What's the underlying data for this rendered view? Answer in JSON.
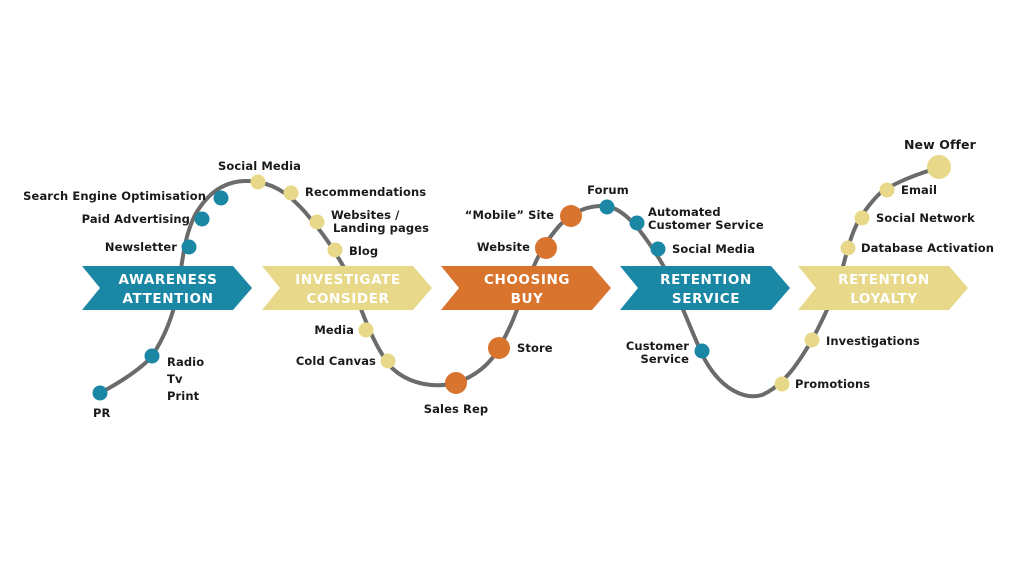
{
  "colors": {
    "blue": "#1a87a5",
    "yellow": "#e8d98a",
    "orange": "#d9742f",
    "curve": "#6b6b6b",
    "text": "#1a1a1a"
  },
  "stages": [
    {
      "line1": "AWARENESS",
      "line2": "ATTENTION",
      "color": "#1a87a5",
      "text_color": "#ffffff"
    },
    {
      "line1": "INVESTIGATE",
      "line2": "CONSIDER",
      "color": "#e8d98a",
      "text_color": "#ffffff"
    },
    {
      "line1": "CHOOSING",
      "line2": "BUY",
      "color": "#d9742f",
      "text_color": "#ffffff"
    },
    {
      "line1": "RETENTION",
      "line2": "SERVICE",
      "color": "#1a87a5",
      "text_color": "#ffffff"
    },
    {
      "line1": "RETENTION",
      "line2": "LOYALTY",
      "color": "#e8d98a",
      "text_color": "#ffffff"
    }
  ],
  "touchpoints": {
    "pr": "PR",
    "radio": "Radio",
    "tv": "Tv",
    "print": "Print",
    "newsletter": "Newsletter",
    "paid_advertising": "Paid Advertising",
    "search_engine": "Search Engine Optimisation",
    "social_media_1": "Social Media",
    "recommendations": "Recommendations",
    "websites_1": "Websites /",
    "websites_2": "Landing pages",
    "blog": "Blog",
    "media": "Media",
    "cold_canvas": "Cold Canvas",
    "sales_rep": "Sales Rep",
    "store": "Store",
    "website": "Website",
    "mobile_site": "“Mobile” Site",
    "forum": "Forum",
    "automated_1": "Automated",
    "automated_2": "Customer Service",
    "social_media_2": "Social Media",
    "customer_service_1": "Customer",
    "customer_service_2": "Service",
    "promotions": "Promotions",
    "investigations": "Investigations",
    "database_activation": "Database Activation",
    "social_network": "Social Network",
    "email": "Email",
    "new_offer": "New Offer"
  }
}
